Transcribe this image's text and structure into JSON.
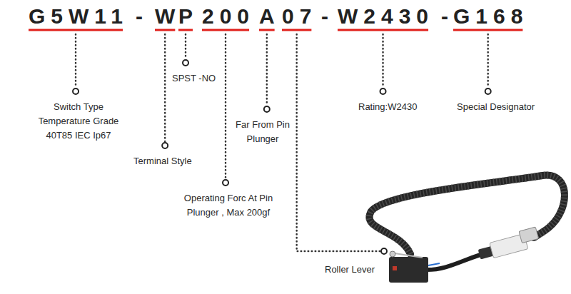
{
  "diagram": {
    "labels": [
      "G5W11",
      "-",
      "W",
      "P",
      "200",
      "A",
      "07",
      "-",
      "W2430",
      "-",
      "G168",
      "Switch Type Temperature Grade 40T85 IEC Ip67",
      "SPST -NO",
      "Terminal Style",
      "Operating Forc At Pin Plunger , Max 200gf",
      "Far From Pin Plunger",
      "Roller Lever",
      "Rating:W2430",
      "Special Designator"
    ]
  }
}
